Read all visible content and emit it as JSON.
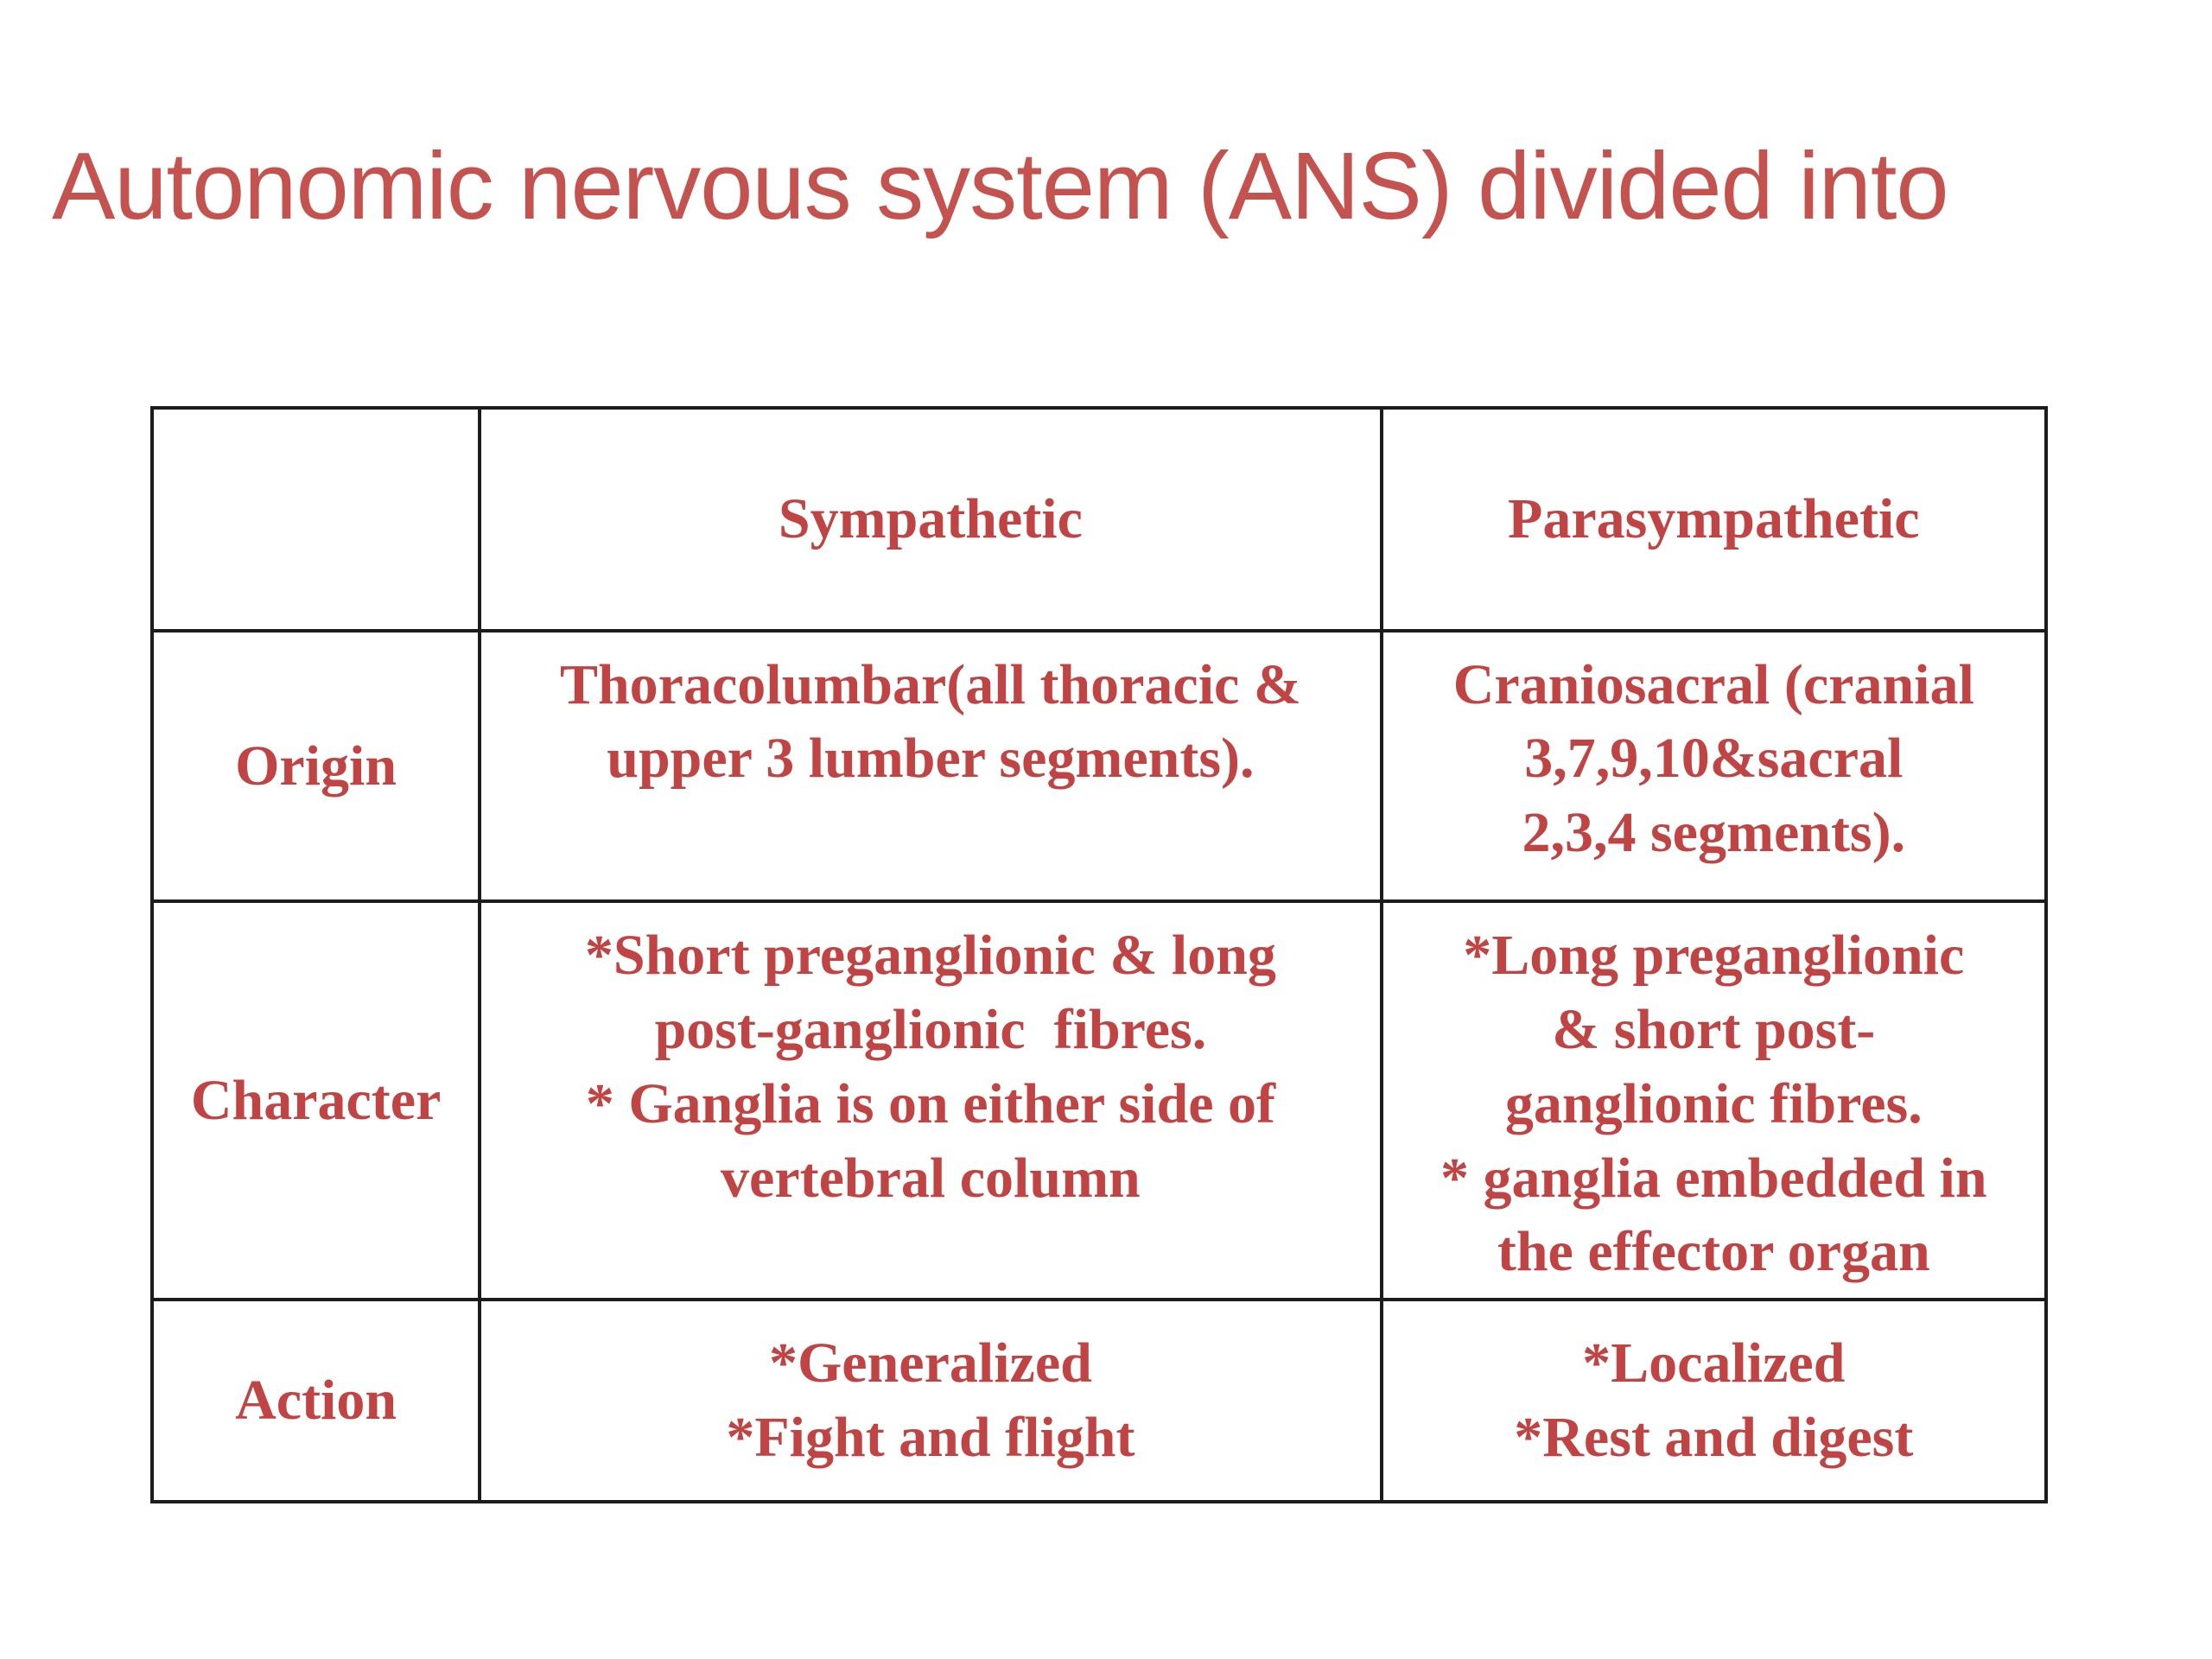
{
  "slide": {
    "title": "Autonomic nervous system (ANS) divided into",
    "colors": {
      "background": "#ffffff",
      "title_text": "#c4534f",
      "table_text": "#bf4443",
      "table_border": "#1c1c1c"
    },
    "table": {
      "header": {
        "label": "",
        "sympathetic": "Sympathetic",
        "parasympathetic": "Parasympathetic"
      },
      "rows": [
        {
          "label": "Origin",
          "sympathetic": "Thoracolumbar(all thoracic &\nupper 3 lumber segments).",
          "parasympathetic": "Craniosacral (cranial\n3,7,9,10&sacral\n2,3,4 segments)."
        },
        {
          "label": "Character",
          "sympathetic": "*Short preganglionic & long\npost-ganglionic  fibres.\n* Ganglia is on either side of\nvertebral column",
          "parasympathetic": "*Long preganglionic\n& short post-\nganglionic fibres.\n* ganglia embedded in\nthe effector organ"
        },
        {
          "label": "Action",
          "sympathetic": "*Generalized\n*Fight and flight",
          "parasympathetic": "*Localized\n*Rest and digest"
        }
      ]
    }
  }
}
